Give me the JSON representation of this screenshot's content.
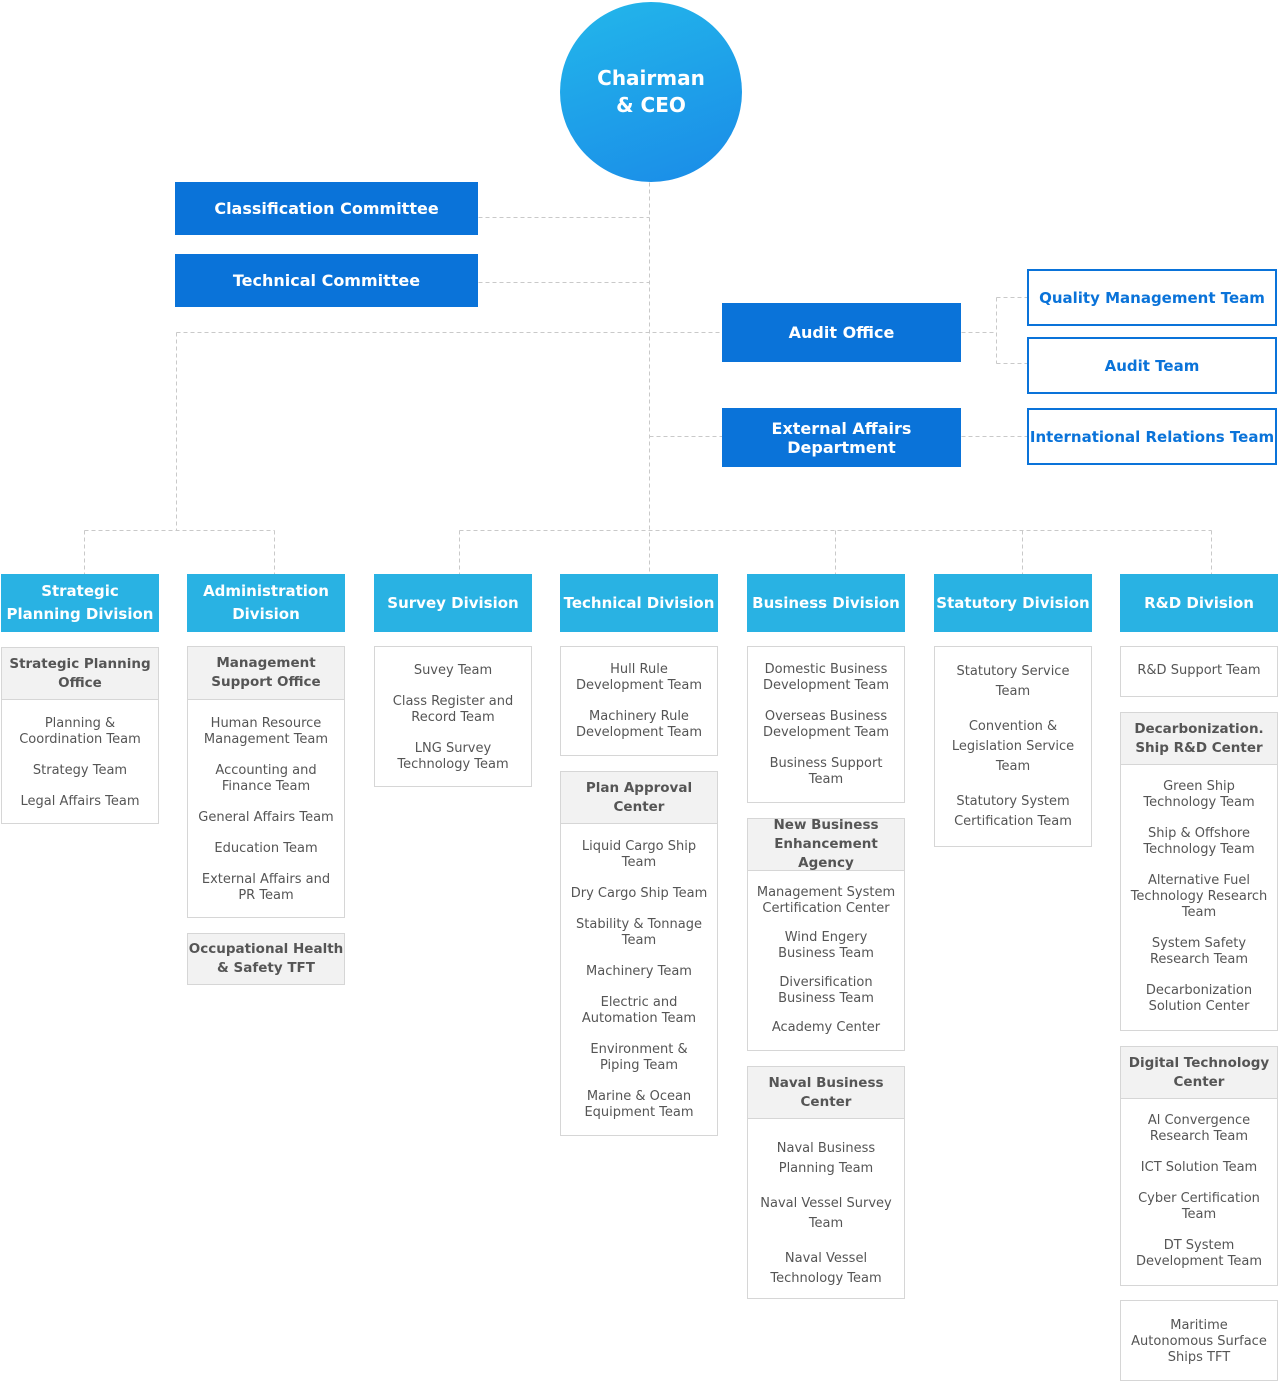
{
  "top": {
    "line1": "Chairman",
    "line2": "& CEO"
  },
  "committees": {
    "classification": "Classification Committee",
    "technical": "Technical Committee"
  },
  "staff_units": {
    "audit_office": "Audit Office",
    "external_affairs": "External Affairs Department",
    "quality_management": "Quality Management Team",
    "audit_team": "Audit Team",
    "international_relations": "International Relations Team"
  },
  "divisions": [
    {
      "title": [
        "Strategic",
        "Planning Division"
      ],
      "blocks": [
        {
          "head": [
            "Strategic Planning",
            "Office"
          ],
          "items": [
            "Planning &\nCoordination Team",
            "Strategy Team",
            "Legal Affairs Team"
          ]
        }
      ]
    },
    {
      "title": [
        "Administration",
        "Division"
      ],
      "blocks": [
        {
          "head": [
            "Management",
            "Support Office"
          ],
          "items": [
            "Human Resource\nManagement Team",
            "Accounting and\nFinance Team",
            "General Affairs Team",
            "Education Team",
            "External Affairs and\nPR Team"
          ]
        },
        {
          "head": [
            "Occupational Health",
            "& Safety TFT"
          ],
          "items": []
        }
      ]
    },
    {
      "title": [
        "Survey Division"
      ],
      "blocks": [
        {
          "head": [],
          "items": [
            "Suvey Team",
            "Class Register and\nRecord Team",
            "LNG Survey\nTechnology Team"
          ]
        }
      ]
    },
    {
      "title": [
        "Technical Division"
      ],
      "blocks": [
        {
          "head": [],
          "items": [
            "Hull Rule\nDevelopment Team",
            "Machinery Rule\nDevelopment Team"
          ]
        },
        {
          "head": [
            "Plan Approval Center"
          ],
          "items": [
            "Liquid Cargo Ship\nTeam",
            "Dry Cargo Ship Team",
            "Stability & Tonnage\nTeam",
            "Machinery Team",
            "Electric and\nAutomation Team",
            "Environment &\nPiping Team",
            "Marine & Ocean\nEquipment Team"
          ]
        }
      ]
    },
    {
      "title": [
        "Business Division"
      ],
      "blocks": [
        {
          "head": [],
          "items": [
            "Domestic Business\nDevelopment Team",
            "Overseas Business\nDevelopment Team",
            "Business Support\nTeam"
          ]
        },
        {
          "head": [
            "New Business",
            "Enhancement Agency"
          ],
          "items": [
            "Management System\nCertification Center",
            "Wind Engery\nBusiness Team",
            "Diversification\nBusiness Team",
            "Academy Center"
          ]
        },
        {
          "head": [
            "Naval Business Center"
          ],
          "items": [
            "Naval Business\nPlanning Team",
            "Naval Vessel Survey\nTeam",
            "Naval Vessel\nTechnology Team"
          ]
        }
      ]
    },
    {
      "title": [
        "Statutory Division"
      ],
      "blocks": [
        {
          "head": [],
          "items": [
            "Statutory Service\nTeam",
            "Convention &\nLegislation Service\nTeam",
            "Statutory System\nCertification Team"
          ]
        }
      ]
    },
    {
      "title": [
        "R&D Division"
      ],
      "blocks": [
        {
          "head": [],
          "items": [
            "R&D Support Team"
          ]
        },
        {
          "head": [
            "Decarbonization.",
            "Ship R&D Center"
          ],
          "items": [
            "Green Ship\nTechnology Team",
            "Ship & Offshore\nTechnology Team",
            "Alternative Fuel\nTechnology Research\nTeam",
            "System Safety\nResearch Team",
            "Decarbonization\nSolution Center"
          ]
        },
        {
          "head": [
            "Digital Technology",
            "Center"
          ],
          "items": [
            "Al Convergence\nResearch Team",
            "ICT Solution Team",
            "Cyber Certification\nTeam",
            "DT System\nDevelopment Team"
          ]
        },
        {
          "head": [],
          "items": [
            "Maritime\nAutonomous Surface\nShips TFT"
          ]
        }
      ]
    }
  ]
}
